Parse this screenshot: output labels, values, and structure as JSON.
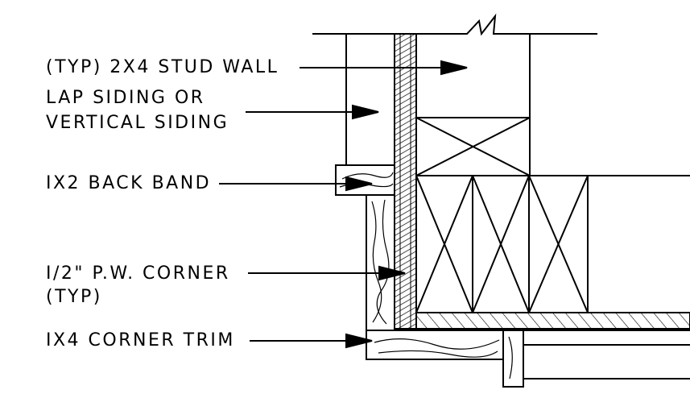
{
  "labels": {
    "stud_wall": "(TYP) 2X4 STUD WALL",
    "siding_line1": "LAP SIDING OR",
    "siding_line2": "VERTICAL SIDING",
    "back_band": "IX2 BACK BAND",
    "pw_corner_line1": "I/2\" P.W. CORNER",
    "pw_corner_line2": "(TYP)",
    "corner_trim": "IX4 CORNER TRIM"
  },
  "colors": {
    "ink": "#000000",
    "paper": "#ffffff"
  }
}
